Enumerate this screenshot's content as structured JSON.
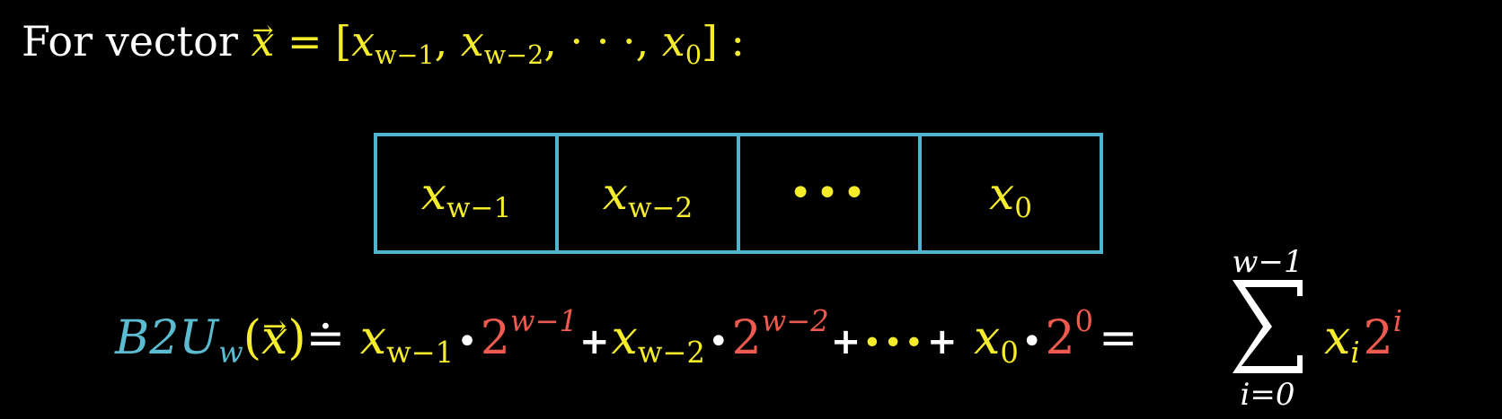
{
  "line1": {
    "prefix": "For vector ",
    "vec_var": "x",
    "eq": " = [",
    "elems": [
      {
        "base": "x",
        "sub": "w−1"
      },
      {
        "base": "x",
        "sub": "w−2"
      }
    ],
    "sep": ", ",
    "ellipsis": "· · ·",
    "last": {
      "base": "x",
      "sub": "0"
    },
    "close": "] :"
  },
  "cells": [
    {
      "base": "x",
      "sub": "w−1"
    },
    {
      "base": "x",
      "sub": "w−2"
    },
    {
      "dots": "•••"
    },
    {
      "base": "x",
      "sub": "0"
    }
  ],
  "formula": {
    "func": "B2U",
    "func_sub": "w",
    "open": "(",
    "vec_var": "x",
    "close": ")",
    "defeq": "≐",
    "t1": {
      "base": "x",
      "sub": "w−1",
      "pow_base": "2",
      "pow_exp": "w−1"
    },
    "t2": {
      "base": "x",
      "sub": "w−2",
      "pow_base": "2",
      "pow_exp": "w−2"
    },
    "plus": "+",
    "dot": "•",
    "dots": "•••",
    "t3": {
      "base": "x",
      "sub": "0",
      "pow_base": "2",
      "pow_exp": "0"
    },
    "eq": "=",
    "sum_top": "w−1",
    "sum_bottom": "i=0",
    "sum_term": {
      "base": "x",
      "sub": "i",
      "pow_base": "2",
      "pow_exp": "i"
    }
  },
  "colors": {
    "background": "#000000",
    "variable": "#f5ec2b",
    "power": "#ee5a4f",
    "function": "#5bbcd1",
    "box": "#4fb4cc",
    "text": "#ffffff"
  }
}
